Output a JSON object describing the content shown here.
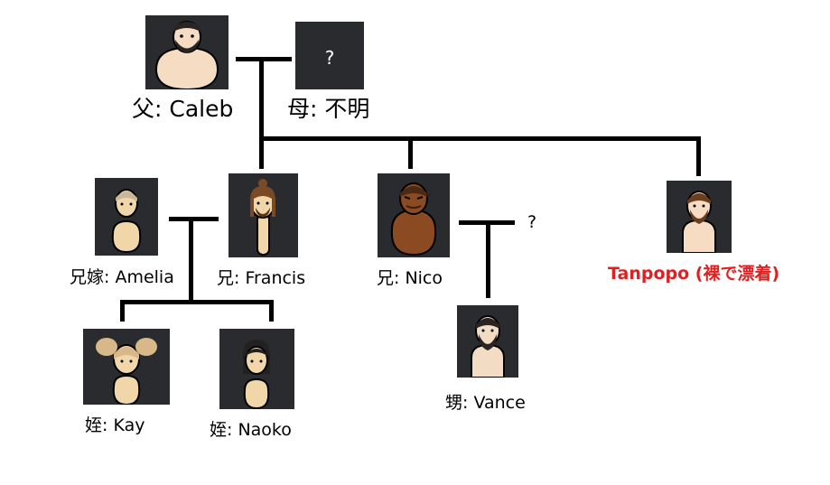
{
  "colors": {
    "line": "#000000",
    "tile": "#2a2b2e",
    "highlight": "#e02020"
  },
  "people": {
    "caleb": {
      "label": "父: Caleb"
    },
    "mother": {
      "label": "母: 不明",
      "mark": "?"
    },
    "amelia": {
      "label": "兄嫁: Amelia"
    },
    "francis": {
      "label": "兄: Francis"
    },
    "nico": {
      "label": "兄: Nico"
    },
    "tanpopo": {
      "label": "Tanpopo (裸で漂着)"
    },
    "kay": {
      "label": "姪: Kay"
    },
    "naoko": {
      "label": "姪: Naoko"
    },
    "vance": {
      "label": "甥: Vance"
    }
  },
  "nico_partner_mark": "?"
}
